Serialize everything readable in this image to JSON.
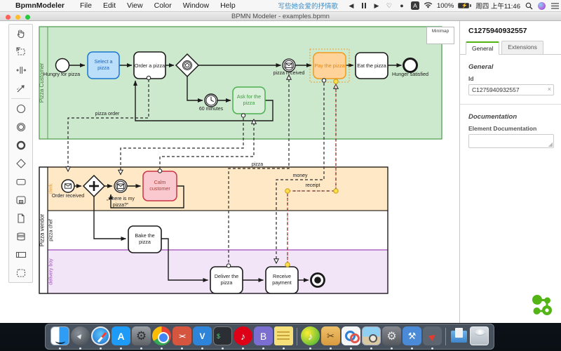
{
  "menu_bar": {
    "apple_logo": "",
    "app_name": "BpmnModeler",
    "items": [
      "File",
      "Edit",
      "View",
      "Color",
      "Window",
      "Help"
    ],
    "song_title": "写些她会爱的抒情歌",
    "media": {
      "prev": "◀",
      "next": "▶",
      "heart": "♡",
      "record": "●"
    },
    "ime": "A",
    "battery_percent": "100%",
    "clock": "周四 上午11:46"
  },
  "window": {
    "title": "BPMN Modeler - examples.bpmn"
  },
  "minimap": {
    "label": "Minimap"
  },
  "palette": {
    "tools": [
      "hand-tool",
      "lasso-tool",
      "space-tool",
      "global-connect-tool",
      "create-start-event",
      "create-intermediate-event",
      "create-end-event",
      "create-gateway",
      "create-task",
      "create-subprocess",
      "create-data-object",
      "create-data-store",
      "create-participant",
      "create-group"
    ]
  },
  "diagram": {
    "pools": {
      "customer": "Pizza Customer",
      "vendor": "Pizza vendor",
      "lanes": [
        "clerk",
        "pizza chef",
        "delivery boy"
      ]
    },
    "nodes": {
      "hungry": "Hungry for pizza",
      "select": [
        "Select a",
        "pizza"
      ],
      "order": "Order a pizza",
      "timer": "60 minutes",
      "ask": [
        "Ask for the",
        "pizza"
      ],
      "received": "pizza received",
      "pay": "Pay the pizza",
      "eat": "Eat the pizza",
      "satisfied": "Hunger satisfied",
      "order_received": "Order received",
      "where": [
        "„where is my",
        "pizza?“"
      ],
      "calm": [
        "Calm",
        "customer"
      ],
      "bake": [
        "Bake the",
        "pizza"
      ],
      "deliver": [
        "Deliver the",
        "pizza"
      ],
      "receive": [
        "Receive",
        "payment"
      ]
    },
    "flow_labels": {
      "pizza_order": "pizza order",
      "pizza": "pizza",
      "money": "money",
      "receipt": "receipt"
    },
    "colors": {
      "pool_green_fill": "#cde9cd",
      "pool_green_stroke": "#55a055",
      "lane_clerk_fill": "#ffe8c5",
      "lane_clerk_stroke": "#e09d32",
      "lane_delivery_fill": "#f2e5f7",
      "lane_delivery_stroke": "#a24bbe",
      "task_blue_fill": "#bbdefb",
      "task_blue_stroke": "#1976d2",
      "task_green_fill": "#d9efd9",
      "task_green_stroke": "#4caf50",
      "task_pink_fill": "#f9c9cf",
      "task_pink_stroke": "#cc3344",
      "task_orange_fill": "#ffd399",
      "task_orange_stroke": "#ef9b1f",
      "selection_red": "#ff5a52",
      "waypoint_yellow": "#ffdf4d",
      "logo_green": "#52b415"
    }
  },
  "properties_panel": {
    "title": "C1275940932557",
    "tabs": [
      "General",
      "Extensions"
    ],
    "section_general": "General",
    "id_label": "Id",
    "id_value": "C1275940932557",
    "clear_glyph": "×",
    "section_documentation": "Documentation",
    "doc_label": "Element Documentation"
  },
  "dock": {
    "items": [
      {
        "name": "finder",
        "glyph": ""
      },
      {
        "name": "launchpad",
        "glyph": "▲"
      },
      {
        "name": "safari",
        "glyph": ""
      },
      {
        "name": "app-store",
        "glyph": "A"
      },
      {
        "name": "system-preferences",
        "glyph": "⚙"
      },
      {
        "name": "chrome",
        "glyph": ""
      },
      {
        "name": "remote-desktop",
        "glyph": "><"
      },
      {
        "name": "vscode",
        "glyph": "V"
      },
      {
        "name": "terminal",
        "glyph": "$"
      },
      {
        "name": "netease-music",
        "glyph": "♪"
      },
      {
        "name": "bbedit",
        "glyph": "B"
      },
      {
        "name": "stickies",
        "glyph": ""
      },
      {
        "name": "qq-music",
        "glyph": "♪"
      },
      {
        "name": "unarchiver",
        "glyph": "✂"
      },
      {
        "name": "bpmn-modeler-app",
        "glyph": ""
      },
      {
        "name": "preview",
        "glyph": ""
      },
      {
        "name": "utility-gear",
        "glyph": "⚙"
      },
      {
        "name": "xcode",
        "glyph": "⚒"
      },
      {
        "name": "red-plane-app",
        "glyph": "▶"
      },
      {
        "name": "downloads-folder",
        "glyph": ""
      },
      {
        "name": "trash",
        "glyph": ""
      }
    ]
  }
}
